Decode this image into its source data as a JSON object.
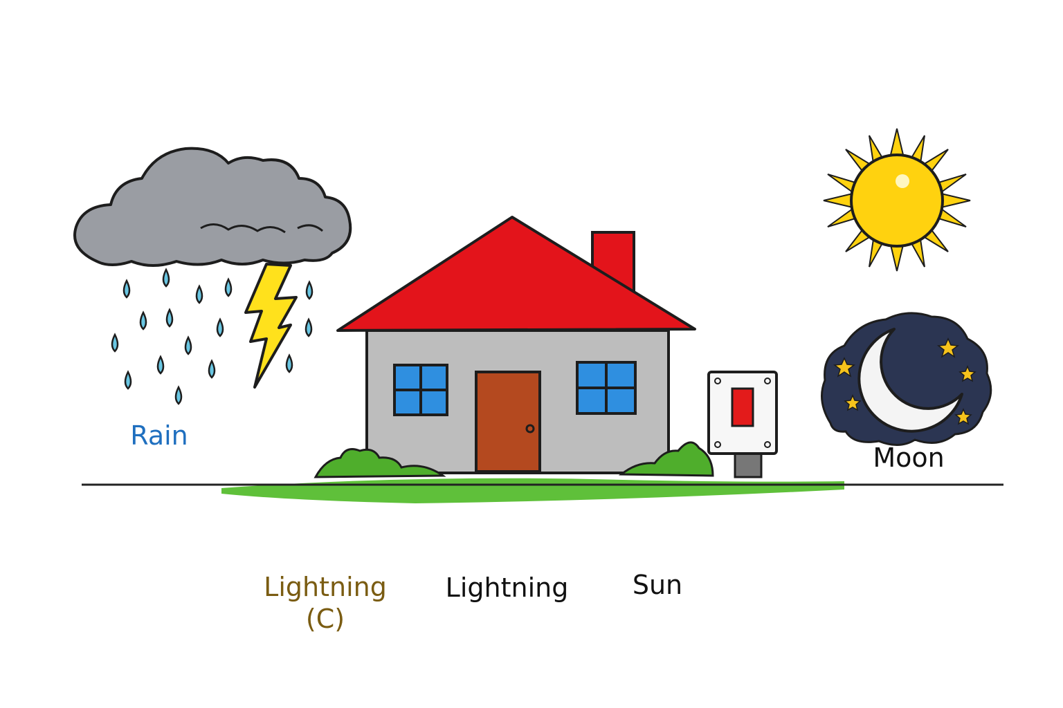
{
  "labels": {
    "rain": "Rain",
    "moon": "Moon",
    "lightning_c_line1": "Lightning",
    "lightning_c_line2": "(C)",
    "lightning": "Lightning",
    "sun": "Sun"
  },
  "colors": {
    "rain_label": "#1f6fbf",
    "lightning_c_label": "#7a5c12",
    "text_dark": "#111111",
    "roof": "#e3141b",
    "wall": "#bdbdbd",
    "door": "#b4491f",
    "window": "#2f8fe0",
    "grass": "#5fc03a",
    "cloud": "#9a9da3",
    "sun": "#ffd20f",
    "bolt": "#ffe11c",
    "raindrop": "#69c6e2",
    "night_sky": "#2b3552",
    "star": "#f6c31c",
    "switch_red": "#e31b1b"
  }
}
